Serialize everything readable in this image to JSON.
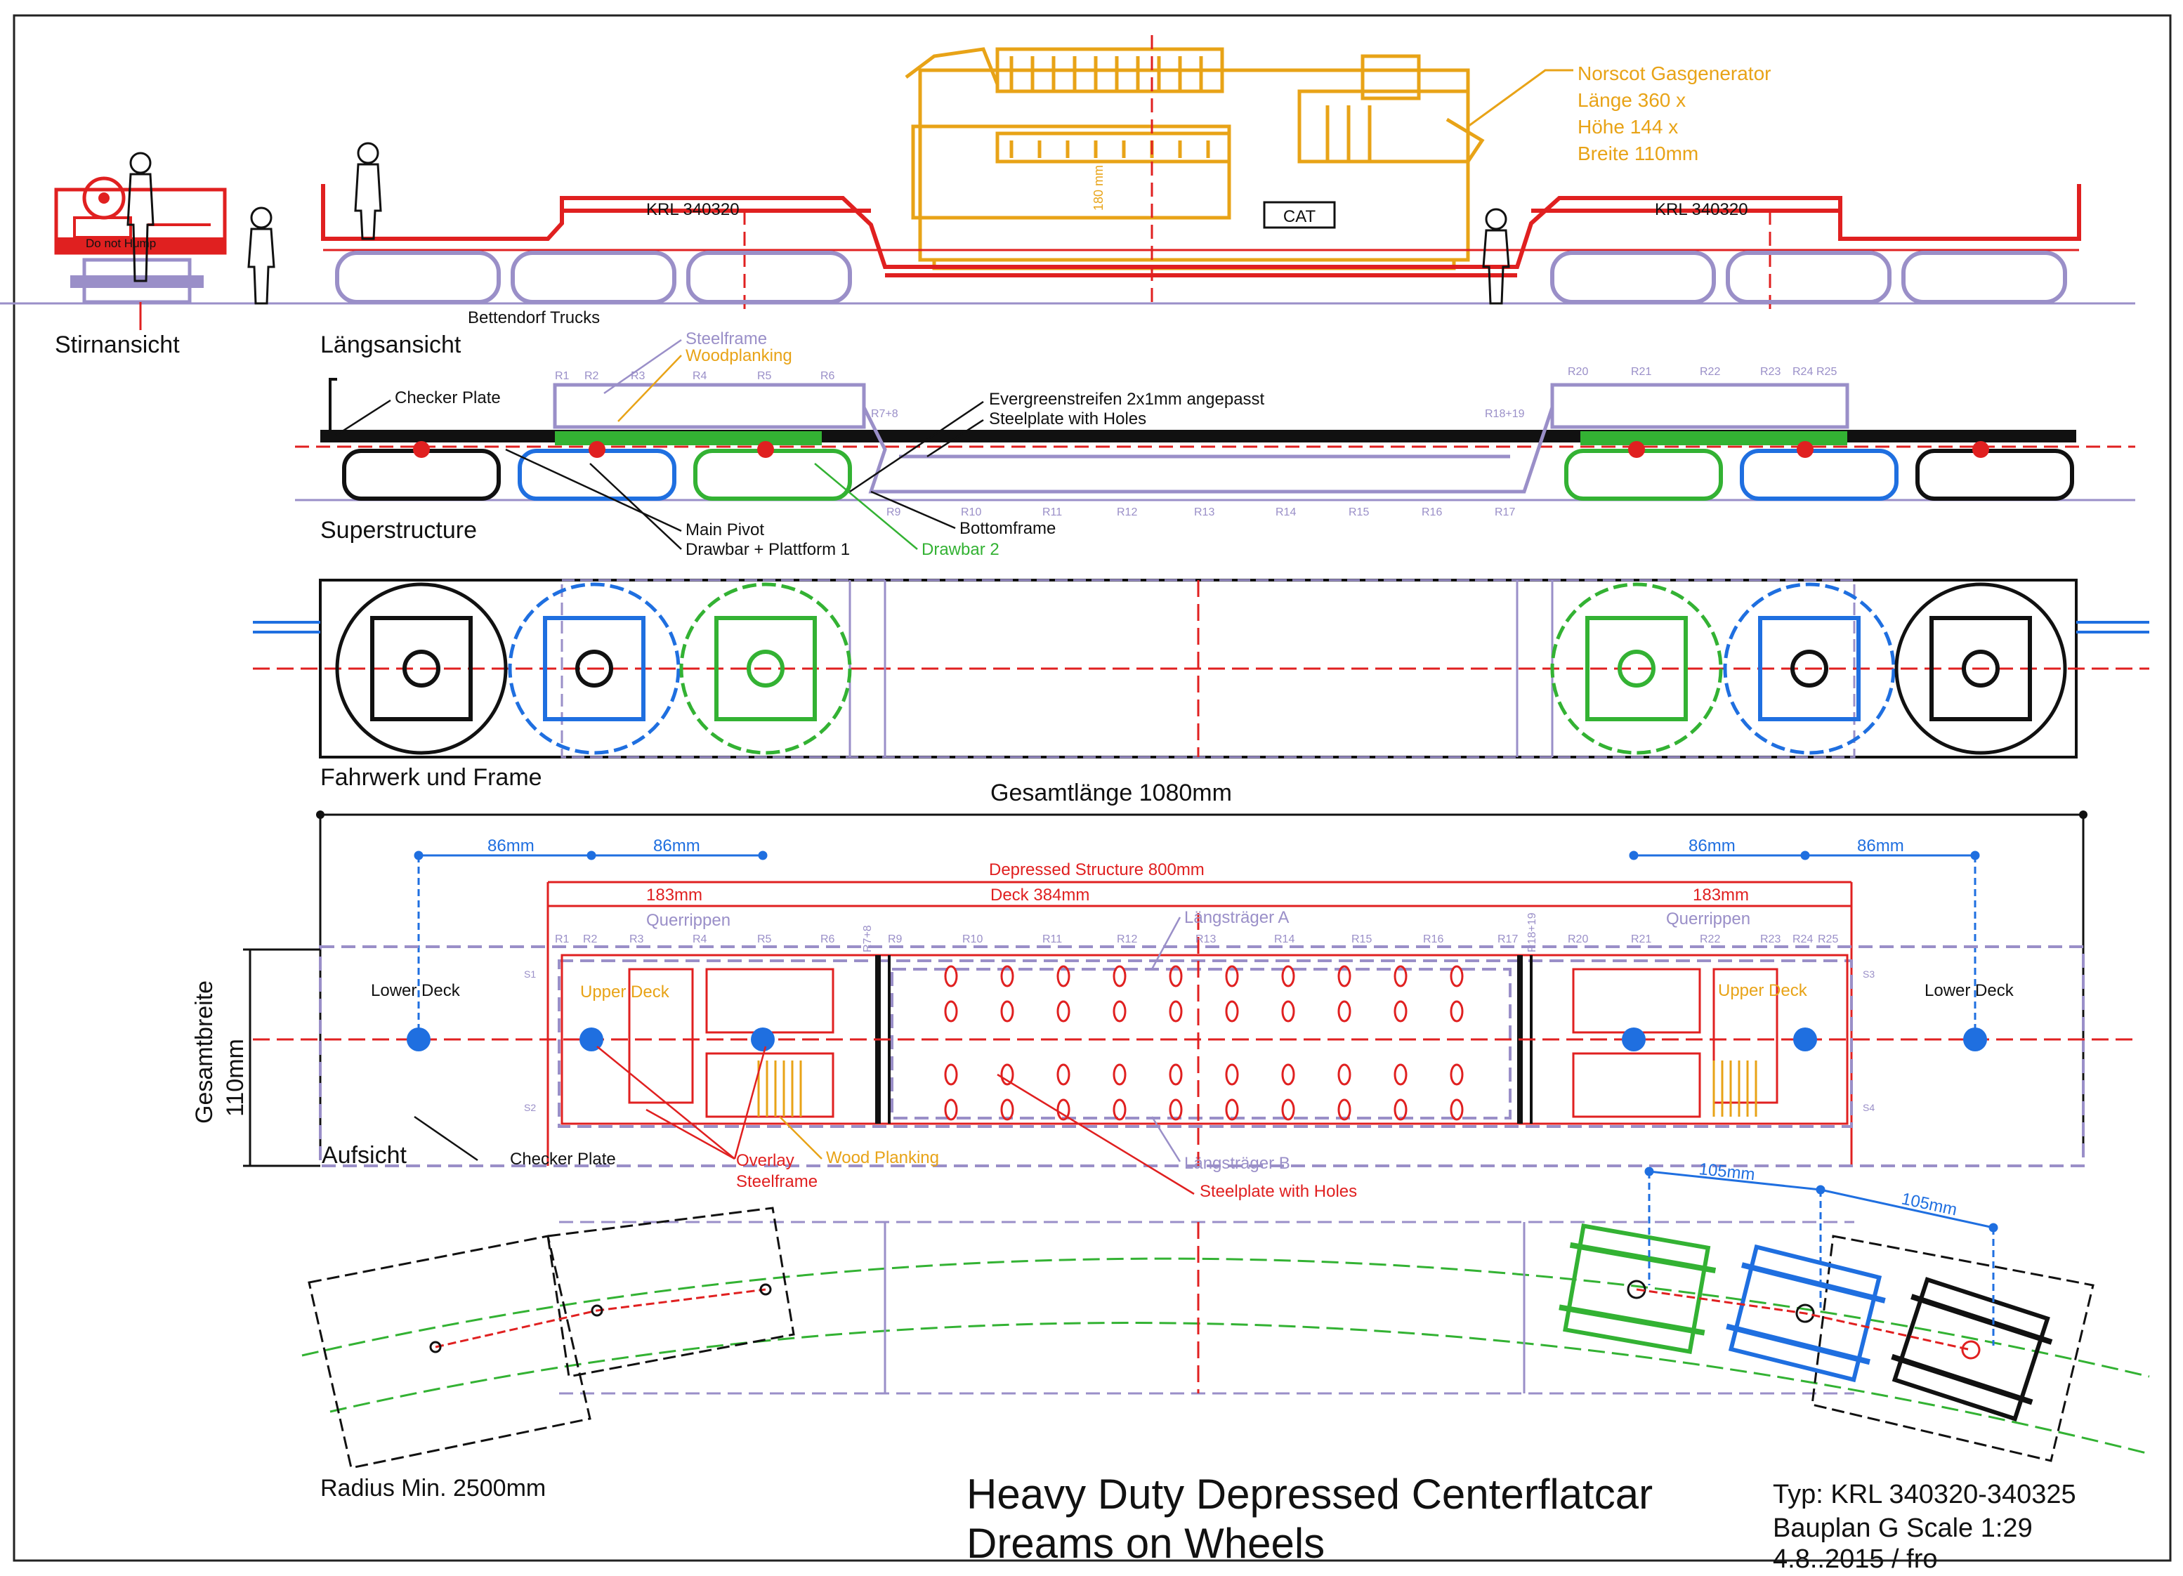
{
  "views": {
    "end": "Stirnansicht",
    "side": "Längsansicht",
    "super": "Superstructure",
    "chassis": "Fahrwerk und Frame",
    "top": "Aufsicht",
    "curve": "Radius Min. 2500mm"
  },
  "side_view": {
    "car_number_left": "KRL  340320",
    "car_number_right": "KRL  340320",
    "do_not_hump": "Do not Hump",
    "load_marking": "CAT",
    "trucks": "Bettendorf Trucks",
    "load_height_mark": "180 mm",
    "load_title": "Norscot Gasgenerator",
    "load_length": "Länge 360 x",
    "load_height": "Höhe 144 x",
    "load_width": "Breite 110mm"
  },
  "superstructure": {
    "steelframe": "Steelframe",
    "woodplanking": "Woodplanking",
    "checker_plate": "Checker Plate",
    "evergreen": "Evergreenstreifen 2x1mm angepasst",
    "steelplate_holes": "Steelplate with Holes",
    "main_pivot": "Main Pivot",
    "drawbar1": "Drawbar + Plattform 1",
    "bottomframe": "Bottomframe",
    "drawbar2": "Drawbar 2",
    "ribs_left": [
      "R1",
      "R2",
      "R3",
      "R4",
      "R5",
      "R6"
    ],
    "rib_78": "R7+8",
    "rib_1819": "R18+19",
    "ribs_lower": [
      "R9",
      "R10",
      "R11",
      "R12",
      "R13",
      "R14",
      "R15",
      "R16",
      "R17"
    ],
    "ribs_right": [
      "R20",
      "R21",
      "R22",
      "R23",
      "R24",
      "R25"
    ]
  },
  "plan": {
    "overall_length": "Gesamtlänge 1080mm",
    "dim_86": "86mm",
    "dim_183": "183mm",
    "depressed": "Depressed Structure 800mm",
    "deck": "Deck 384mm",
    "querrippen": "Querrippen",
    "laengstraeger_a": "Längsträger A",
    "laengstraeger_b": "Längsträger B",
    "lower_deck": "Lower Deck",
    "upper_deck": "Upper Deck",
    "overall_width": "Gesamtbreite",
    "width_value": "110mm",
    "checker_plate": "Checker Plate",
    "overlay": "Overlay",
    "steelframe": "Steelframe",
    "wood_planking": "Wood Planking",
    "steelplate_holes": "Steelplate with Holes",
    "s1": "S1",
    "s2": "S2",
    "s3": "S3",
    "s4": "S4",
    "ribs_left": [
      "R1",
      "R2",
      "R3",
      "R4",
      "R5",
      "R6"
    ],
    "rib_78": "R7+8",
    "ribs_mid": [
      "R9",
      "R10",
      "R11",
      "R12",
      "R13",
      "R14",
      "R15",
      "R16",
      "R17"
    ],
    "rib_1819": "R18+19",
    "ribs_right": [
      "R20",
      "R21",
      "R22",
      "R23",
      "R24",
      "R25"
    ]
  },
  "curve_view": {
    "dim_105": "105mm"
  },
  "title_block": {
    "title_line1": "Heavy Duty Depressed Centerflatcar",
    "title_line2": "Dreams on Wheels",
    "type": "Typ: KRL 340320-340325",
    "plan": "Bauplan G Scale 1:29",
    "date": "4.8..2015 / fro"
  },
  "colors": {
    "red": "#e02020",
    "blue": "#1f6fe0",
    "green": "#33b233",
    "orange": "#e8a317",
    "lavender": "#9a8fc8",
    "black": "#111111"
  }
}
